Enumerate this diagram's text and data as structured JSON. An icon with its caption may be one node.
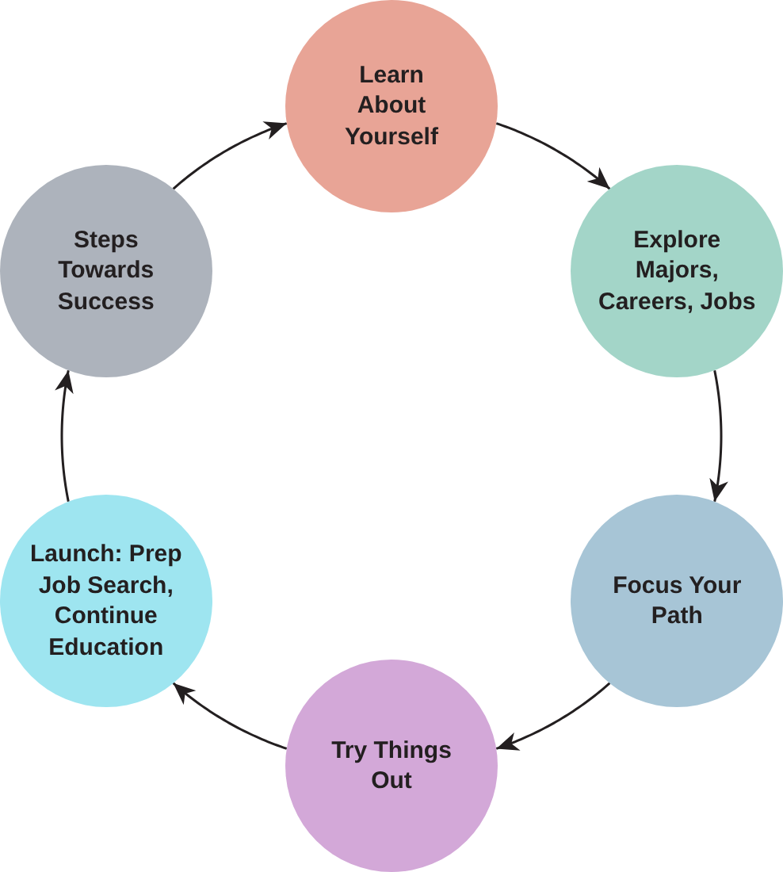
{
  "diagram": {
    "nodes": [
      {
        "text": [
          "Learn About Yourself"
        ]
      },
      {
        "text": [
          "Explore Majors, Careers, Jobs"
        ]
      },
      {
        "text": [
          "Focus Your Path"
        ]
      },
      {
        "text": [
          "Try Things Out"
        ]
      },
      {
        "text": [
          "Launch: Prep Job Search, Continue Education"
        ]
      },
      {
        "text": [
          "Steps Towards Success"
        ]
      }
    ],
    "edges": [
      {
        "from": 0,
        "to": 1,
        "arrow": "to"
      },
      {
        "from": 1,
        "to": 2,
        "arrow": "to"
      },
      {
        "from": 2,
        "to": 3,
        "arrow": "to"
      },
      {
        "from": 3,
        "to": 4,
        "arrow": "to"
      },
      {
        "from": 4,
        "to": 5,
        "arrow": "to"
      },
      {
        "from": 5,
        "to": 0,
        "arrow": "to"
      }
    ]
  }
}
